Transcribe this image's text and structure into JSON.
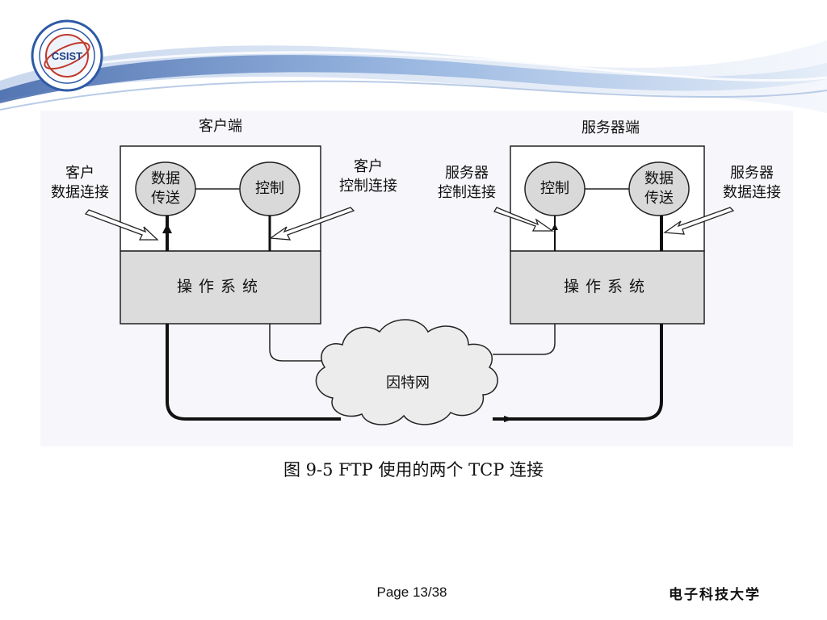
{
  "logo": {
    "abbr": "CSIST",
    "icon": "university-seal"
  },
  "diagram": {
    "client": {
      "header": "客户端",
      "data_node": [
        "数据",
        "传送"
      ],
      "control_node": "控制",
      "os": "操作系统",
      "data_callout": [
        "客户",
        "数据连接"
      ],
      "control_callout": [
        "客户",
        "控制连接"
      ]
    },
    "server": {
      "header": "服务器端",
      "control_node": "控制",
      "data_node": [
        "数据",
        "传送"
      ],
      "os": "操作系统",
      "control_callout": [
        "服务器",
        "控制连接"
      ],
      "data_callout": [
        "服务器",
        "数据连接"
      ]
    },
    "network": "因特网",
    "caption": "图 9-5    FTP 使用的两个 TCP 连接"
  },
  "footer": {
    "page": "Page 13/38",
    "university": "电子科技大学"
  },
  "colors": {
    "banner_blue": "#6f93c8",
    "os_box": "#dcdcdc",
    "node_fill": "#d9d9d9",
    "figure_bg": "#f7f7fb"
  }
}
